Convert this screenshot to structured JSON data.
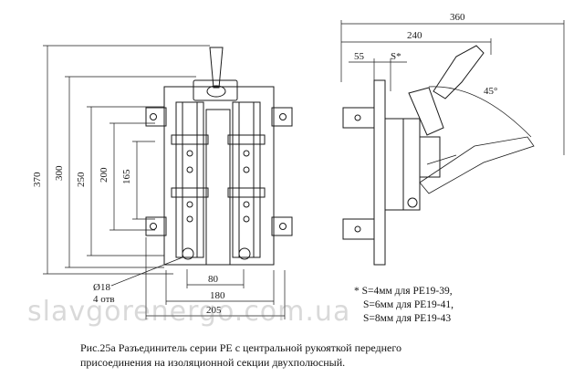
{
  "dimensions": {
    "h370": "370",
    "h300": "300",
    "h250": "250",
    "h200": "200",
    "h165": "165",
    "w80": "80",
    "w180": "180",
    "w205": "205",
    "hole_dia": "Ø18",
    "hole_count": "4 отв",
    "w360": "360",
    "w240": "240",
    "w55": "55",
    "s_mark": "S*",
    "angle": "45°"
  },
  "notes": [
    "* S=4мм для РЕ19-39,",
    "S=6мм для РЕ19-41,",
    "S=8мм для РЕ19-43"
  ],
  "caption": {
    "line1": "Рис.25а Разъединитель серии РЕ с центральной рукояткой переднего",
    "line2": "присоединения на изоляционной секции двухполюсный."
  },
  "watermark": "slavgorenergo.com.ua",
  "colors": {
    "ink": "#1a1a1a",
    "background": "#ffffff"
  }
}
